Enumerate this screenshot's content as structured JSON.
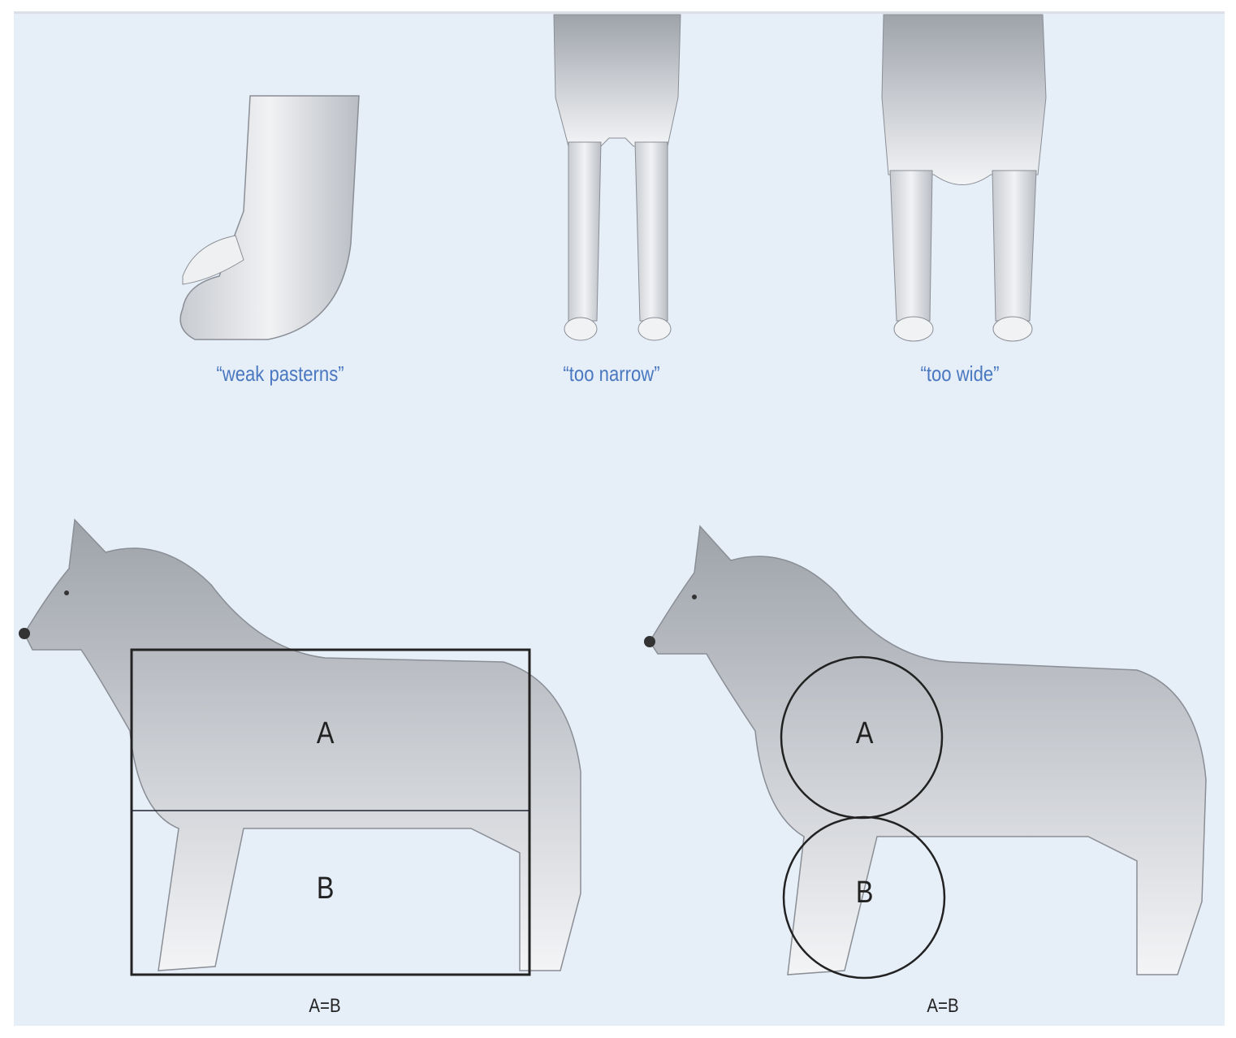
{
  "captions": {
    "weak_pasterns": "“weak pasterns”",
    "too_narrow": "“too narrow”",
    "too_wide": "“too wide”"
  },
  "proportion_left": {
    "label_a": "A",
    "label_b": "B",
    "equation": "A=B"
  },
  "proportion_right": {
    "label_a": "A",
    "label_b": "B",
    "equation": "A=B"
  },
  "colors": {
    "background": "#e6eef8",
    "caption": "#4a78c0"
  }
}
